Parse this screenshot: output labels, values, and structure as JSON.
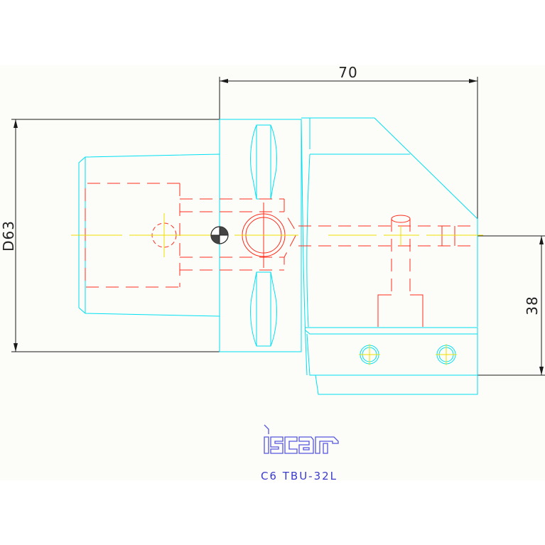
{
  "dimensions": {
    "length": "70",
    "diameter": "D63",
    "height": "38"
  },
  "logo": {
    "text": "iscar"
  },
  "part_name": "C6 TBU-32L",
  "colors": {
    "outline": "#00e0f0",
    "hidden_lines": "#ff2a1a",
    "center_lines": "#f0e000",
    "dimensions": "#1a1a1a",
    "logo": "#3b3bcc"
  }
}
